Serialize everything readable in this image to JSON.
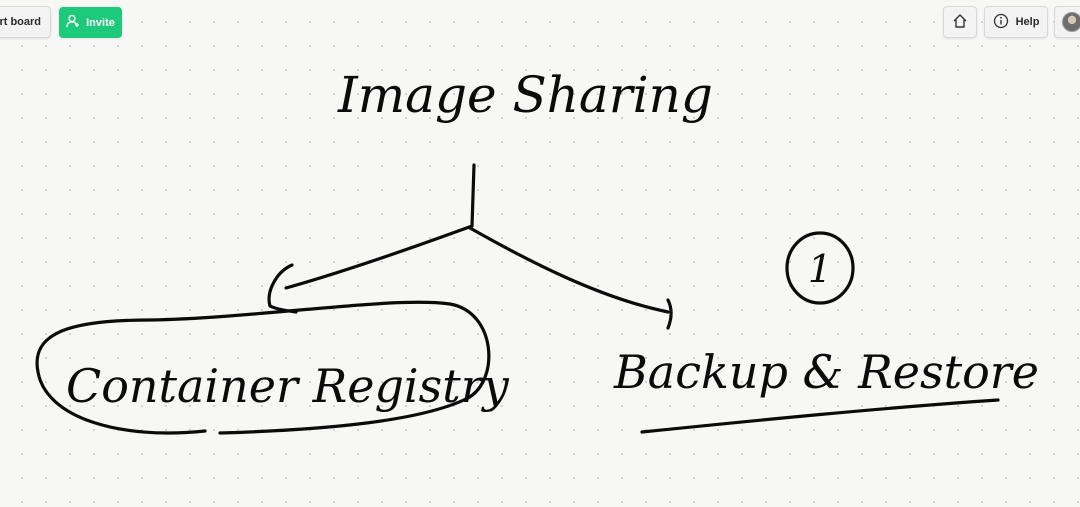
{
  "toolbar": {
    "export_label": "Export board",
    "invite_label": "Invite",
    "help_label": "Help",
    "icons": {
      "invite": "add-user-icon",
      "home": "home-icon",
      "help": "info-icon",
      "avatar": "avatar"
    },
    "accent_color": "#1dc97b"
  },
  "board": {
    "title": "Image Sharing",
    "left_branch": "Container Registry",
    "right_branch": "Backup & Restore",
    "badge": "1",
    "ink_color": "#0b0b0b"
  }
}
